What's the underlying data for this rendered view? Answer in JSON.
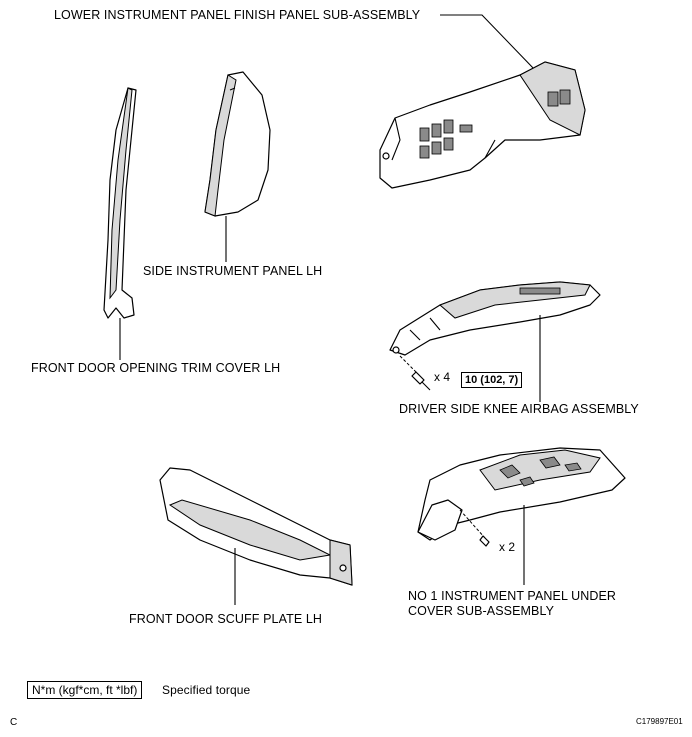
{
  "labels": {
    "lower_finish_panel": "LOWER INSTRUMENT PANEL FINISH PANEL SUB-ASSEMBLY",
    "side_panel": "SIDE INSTRUMENT PANEL LH",
    "front_door_trim": "FRONT DOOR OPENING TRIM COVER LH",
    "knee_airbag": "DRIVER SIDE KNEE AIRBAG ASSEMBLY",
    "scuff_plate": "FRONT DOOR SCUFF PLATE LH",
    "under_cover_line1": "NO  1 INSTRUMENT PANEL UNDER",
    "under_cover_line2": "COVER SUB-ASSEMBLY"
  },
  "fasteners": {
    "airbag_bolt_qty": "x 4",
    "airbag_bolt_torque": "10 (102, 7)",
    "under_cover_clip_qty": "x 2"
  },
  "legend": {
    "unit_box": "N*m (kgf*cm, ft *lbf)",
    "unit_text": "Specified torque"
  },
  "footer": {
    "corner_letter": "C",
    "figure_code": "C179897E01"
  }
}
